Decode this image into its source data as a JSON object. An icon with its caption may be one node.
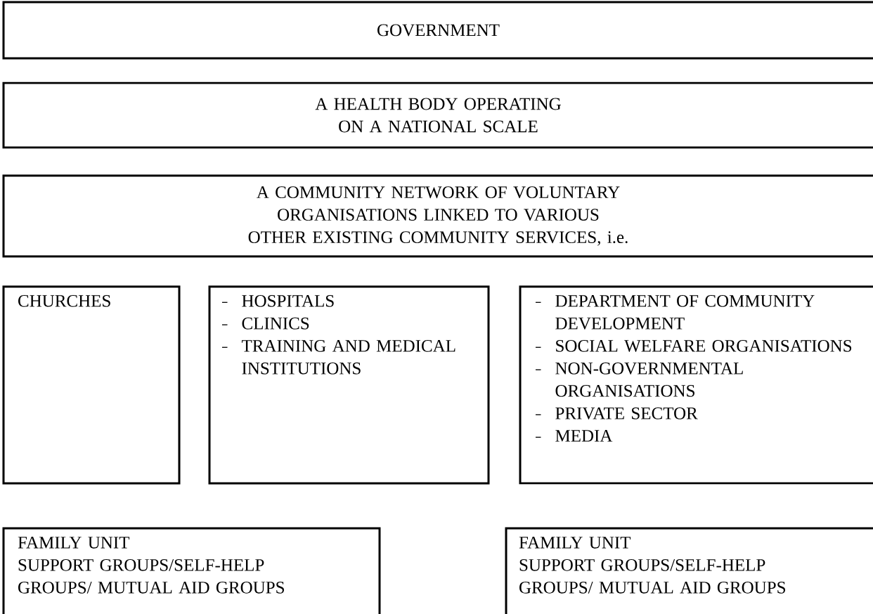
{
  "diagram": {
    "nodes": [
      {
        "text": [
          "GOVERNMENT"
        ]
      },
      {
        "text": [
          "A HEALTH BODY OPERATING ON A NATIONAL SCALE"
        ]
      },
      {
        "text": [
          "A COMMUNITY NETWORK OF VOLUNTARY ORGANISATIONS LINKED TO VARIOUS OTHER EXISTING COMMUNITY SERVICES, i.e."
        ]
      },
      {
        "text": [
          "CHURCHES"
        ]
      },
      {
        "text": [
          "HOSPITALS",
          "CLINICS",
          "TRAINING AND MEDICAL INSTITUTIONS"
        ]
      },
      {
        "text": [
          "DEPARTMENT OF COMMUNITY DEVELOPMENT",
          "SOCIAL WELFARE ORGANISATIONS",
          "NON-GOVERNMENTAL ORGANISATIONS",
          "PRIVATE SECTOR",
          "MEDIA"
        ]
      },
      {
        "text": [
          "FAMILY UNIT",
          "SUPPORT GROUPS/SELF-HELP GROUPS/ MUTUAL AID GROUPS"
        ]
      },
      {
        "text": [
          "FAMILY UNIT",
          "SUPPORT GROUPS/SELF-HELP GROUPS/ MUTUAL AID GROUPS"
        ]
      }
    ]
  }
}
